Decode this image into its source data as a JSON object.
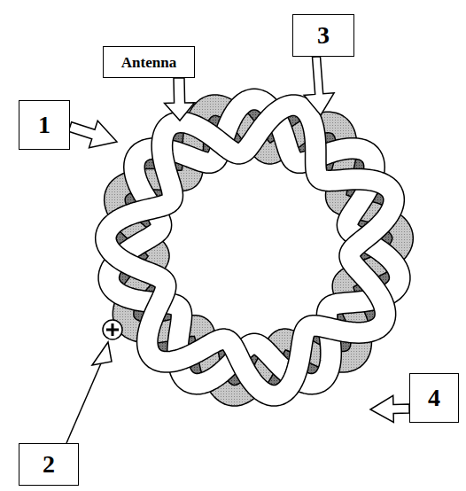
{
  "diagram": {
    "nodes": [
      {
        "text": [
          "3"
        ]
      },
      {
        "text": [
          "Antenna"
        ]
      },
      {
        "text": [
          "1"
        ]
      },
      {
        "text": [
          "4"
        ]
      },
      {
        "text": [
          "2"
        ]
      }
    ]
  }
}
